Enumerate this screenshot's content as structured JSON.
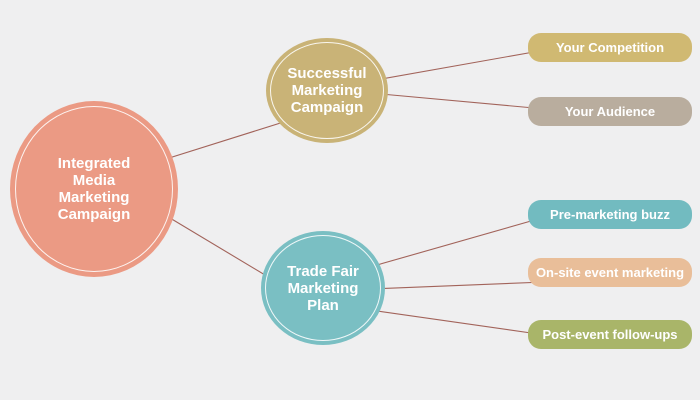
{
  "canvas": {
    "background_color": "#efeff0",
    "connector_color": "#a2635a",
    "text_color": "#ffffff"
  },
  "diagram": {
    "type": "mind-map",
    "root": {
      "label": "Integrated\nMedia\nMarketing\nCampaign",
      "color": "#eb9a84",
      "shape": "ellipse"
    },
    "branches": [
      {
        "label": "Successful\nMarketing\nCampaign",
        "color": "#c9b377",
        "shape": "ellipse",
        "children": [
          {
            "label": "Your Competition",
            "color": "#d0b972",
            "shape": "pill"
          },
          {
            "label": "Your Audience",
            "color": "#b9ad9e",
            "shape": "pill"
          }
        ]
      },
      {
        "label": "Trade Fair\nMarketing\nPlan",
        "color": "#7abfc3",
        "shape": "ellipse",
        "children": [
          {
            "label": "Pre-marketing buzz",
            "color": "#72bbc0",
            "shape": "pill"
          },
          {
            "label": "On-site event marketing",
            "color": "#e9be99",
            "shape": "pill"
          },
          {
            "label": "Post-event follow-ups",
            "color": "#a9b569",
            "shape": "pill"
          }
        ]
      }
    ]
  }
}
